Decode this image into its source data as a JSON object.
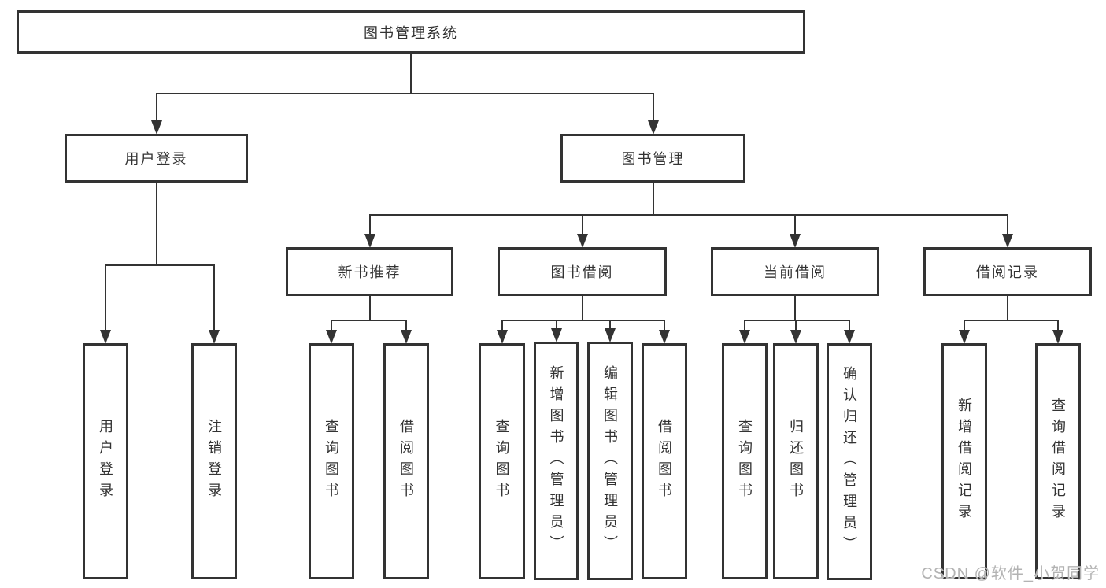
{
  "diagram": {
    "root": "图书管理系统",
    "user_login": {
      "label": "用户登录",
      "children": [
        "用户登录",
        "注销登录"
      ]
    },
    "book_mgmt": {
      "label": "图书管理",
      "groups": [
        {
          "label": "新书推荐",
          "children": [
            "查询图书",
            "借阅图书"
          ]
        },
        {
          "label": "图书借阅",
          "children": [
            "查询图书",
            "新增图书（管理员）",
            "编辑图书（管理员）",
            "借阅图书"
          ]
        },
        {
          "label": "当前借阅",
          "children": [
            "查询图书",
            "归还图书",
            "确认归还（管理员）"
          ]
        },
        {
          "label": "借阅记录",
          "children": [
            "新增借阅记录",
            "查询借阅记录"
          ]
        }
      ]
    },
    "watermark": "CSDN @软件_小贺同学",
    "colors": {
      "line": "#333333",
      "text": "#333333",
      "background": "#ffffff",
      "watermark": "#b3b3b3"
    }
  }
}
